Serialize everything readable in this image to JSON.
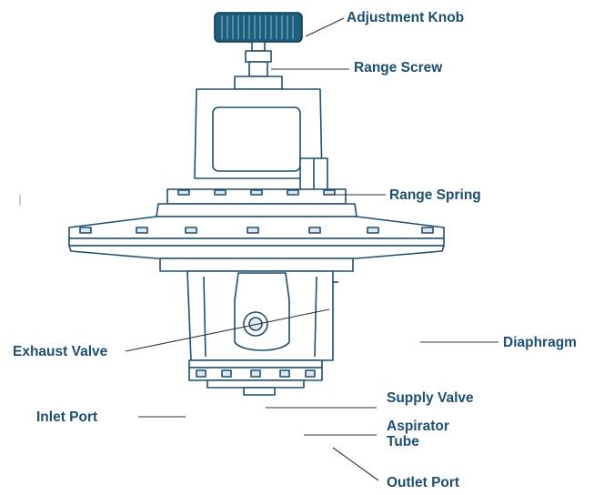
{
  "labels": {
    "adjustment_knob": "Adjustment Knob",
    "range_screw": "Range Screw",
    "range_spring": "Range Spring",
    "exhaust_valve": "Exhaust Valve",
    "diaphragm": "Diaphragm",
    "supply_valve": "Supply Valve",
    "inlet_port": "Inlet Port",
    "aspirator_tube_line1": "Aspirator",
    "aspirator_tube_line2": "Tube",
    "outlet_port": "Outlet Port"
  },
  "colors": {
    "label_text": "#1c4f72",
    "body_fill": "#ffffff",
    "body_stroke": "#1c4f72",
    "knob_fill": "#1a5f7e",
    "leader_line": "#333333"
  }
}
